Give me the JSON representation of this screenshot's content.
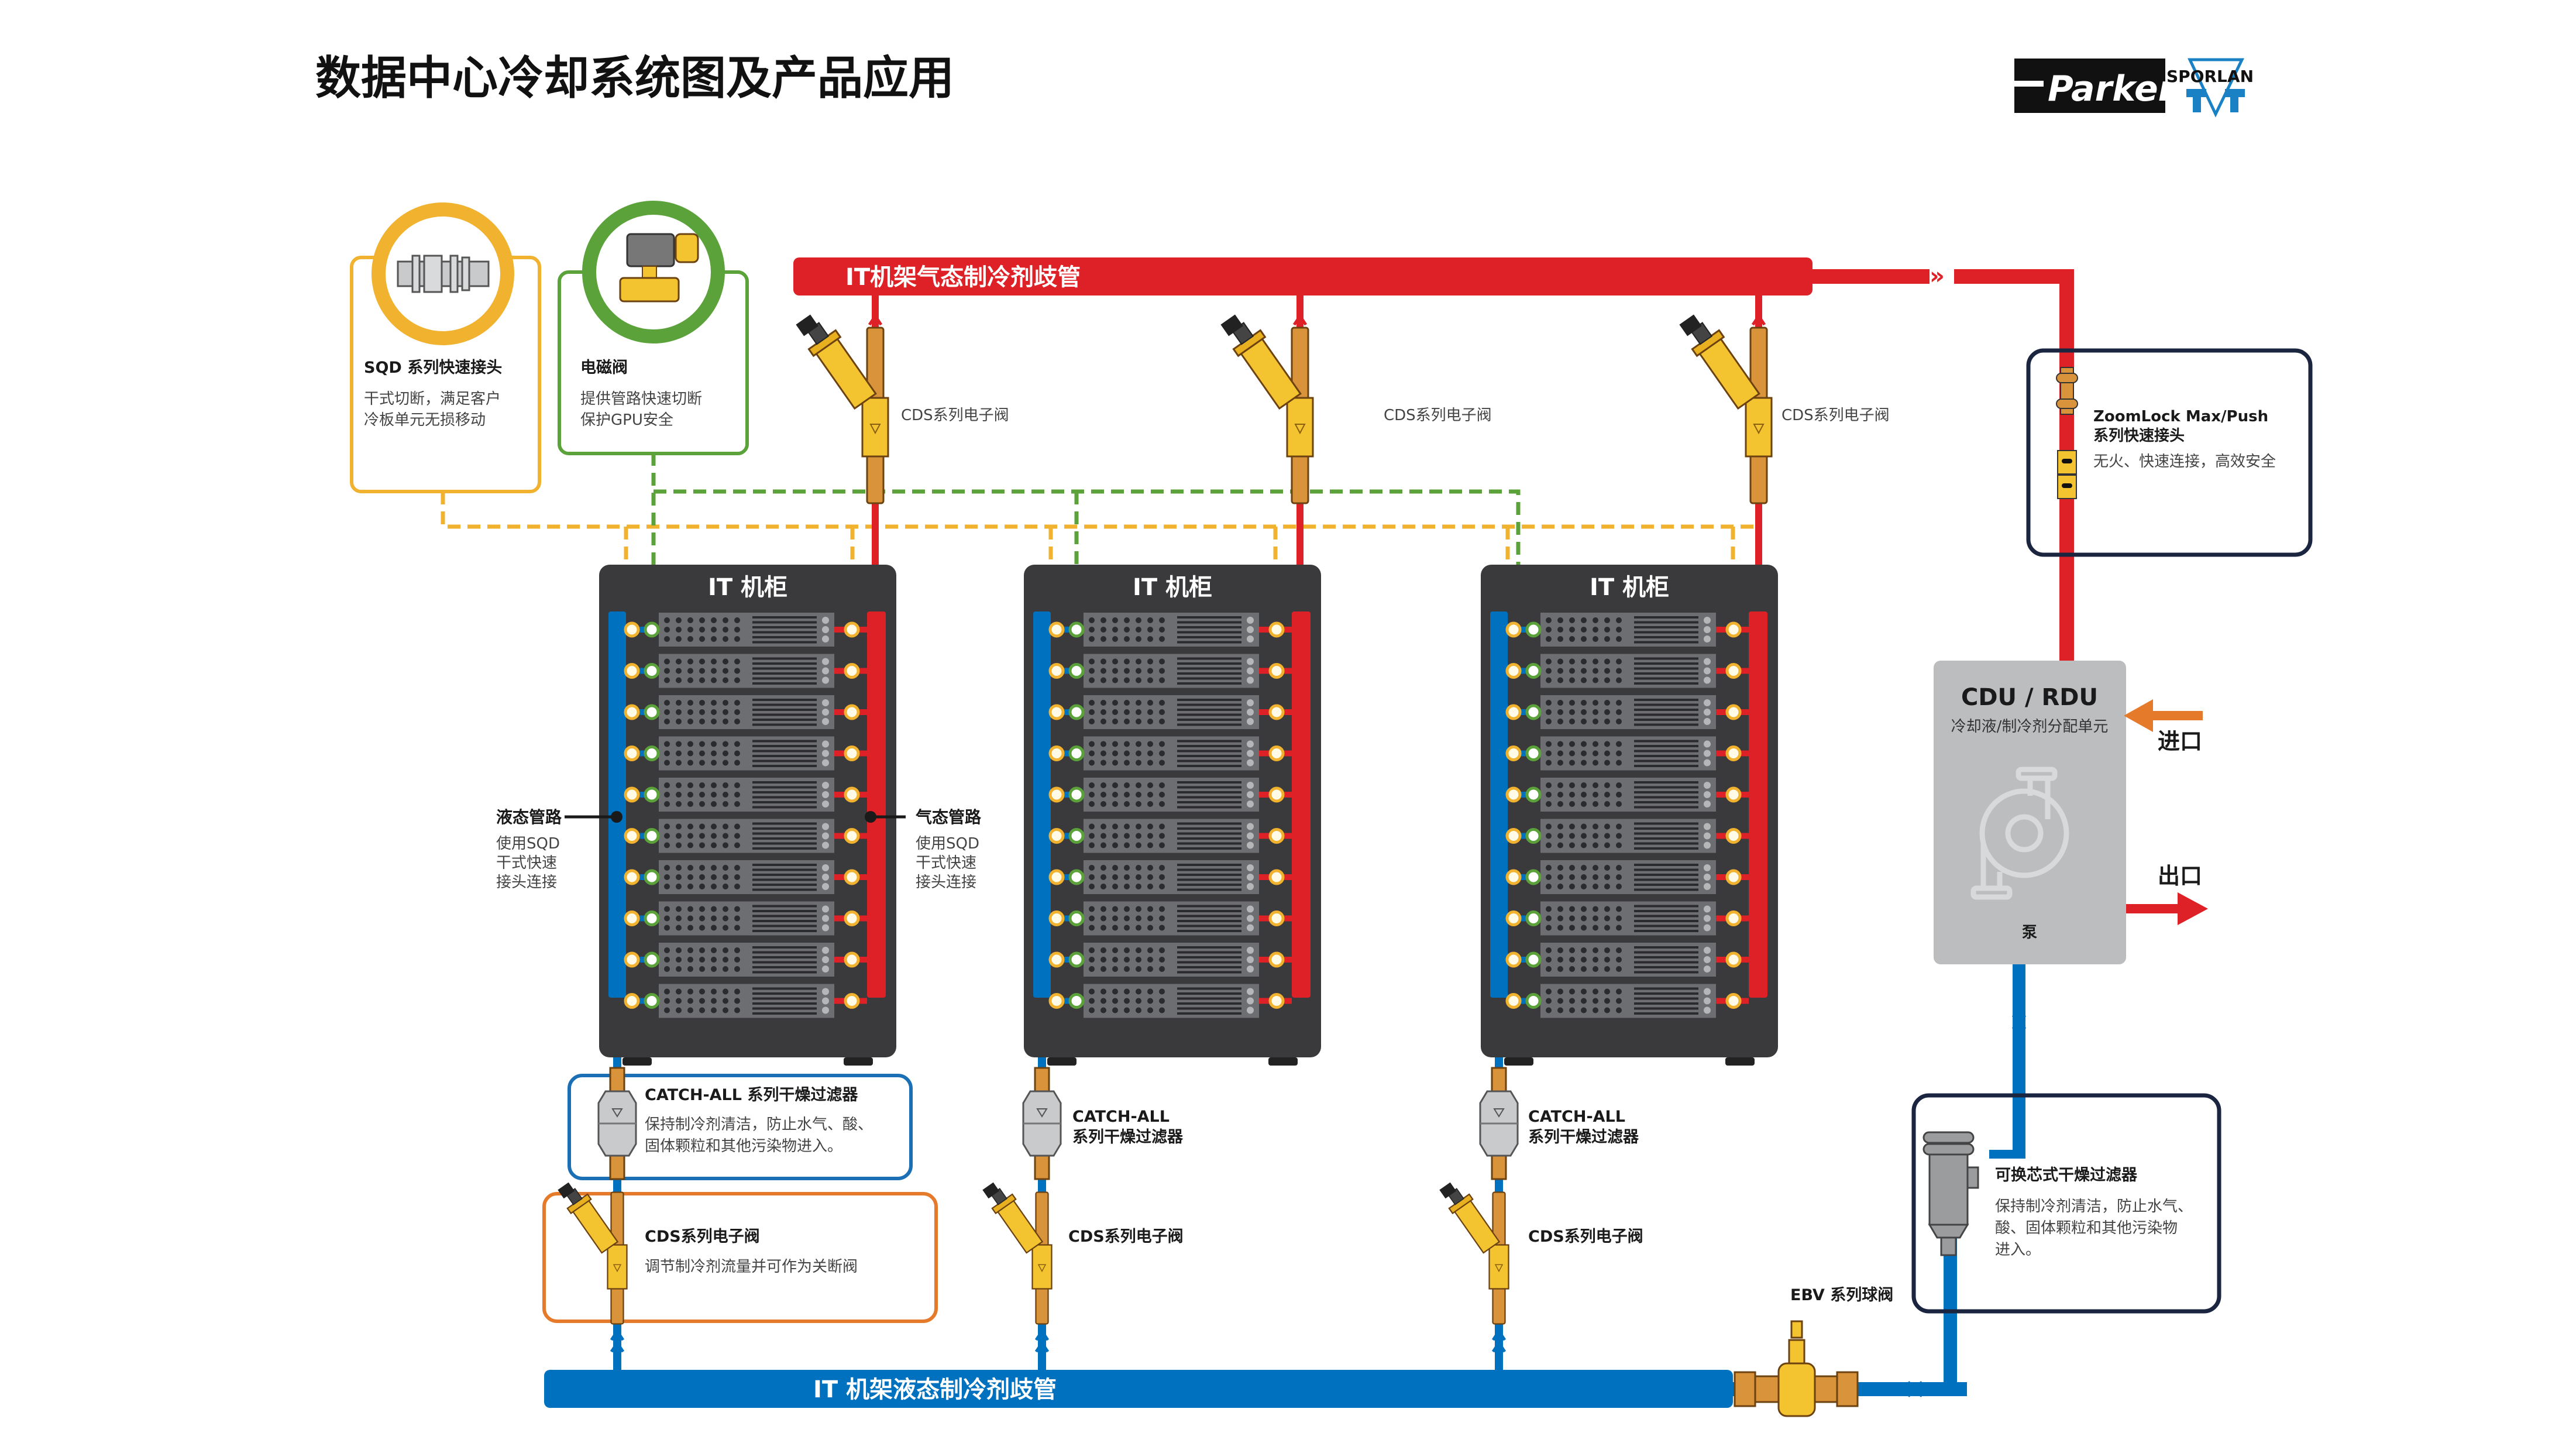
{
  "title": "数据中心冷却系统图及产品应用",
  "logos": {
    "parker": "Parker",
    "sporlan": "SPORLAN"
  },
  "colors": {
    "gas_red": "#de2126",
    "liquid_blue": "#0071bf",
    "sqd_orange": "#f0b22f",
    "solenoid_green": "#5ba23a",
    "cds_orange": "#e57a2b",
    "navy": "#1b2540",
    "rack_dark": "#3a3a3c",
    "cdu_gray": "#bcbdbf"
  },
  "gas_manifold": {
    "label": "IT机架气态制冷剂歧管"
  },
  "liquid_manifold": {
    "label": "IT 机架液态制冷剂歧管"
  },
  "callouts": {
    "sqd": {
      "title": "SQD 系列快速接头",
      "lines": [
        "干式切断，满足客户",
        "冷板单元无损移动"
      ]
    },
    "solenoid": {
      "title": "电磁阀",
      "lines": [
        "提供管路快速切断",
        "保护GPU安全"
      ]
    },
    "zoomlock": {
      "title_line1": "ZoomLock Max/Push",
      "title_line2": "系列快速接头",
      "desc": "无火、快速连接，高效安全"
    },
    "catch_all": {
      "title": "CATCH-ALL 系列干燥过滤器",
      "lines": [
        "保持制冷剂清洁，防止水气、酸、",
        "固体颗粒和其他污染物进入。"
      ]
    },
    "cds_box": {
      "title": "CDS系列电子阀",
      "desc": "调节制冷剂流量并可作为关断阀"
    },
    "replaceable_filter": {
      "title": "可换芯式干燥过滤器",
      "lines": [
        "保持制冷剂清洁，防止水气、",
        "酸、固体颗粒和其他污染物",
        "进入。"
      ]
    }
  },
  "top_valve_label": "CDS系列电子阀",
  "racks": [
    {
      "label": "IT 机柜"
    },
    {
      "label": "IT 机柜"
    },
    {
      "label": "IT 机柜"
    }
  ],
  "server_count": 10,
  "pipe_labels": {
    "liquid": {
      "title": "液态管路",
      "lines": [
        "使用SQD",
        "干式快速",
        "接头连接"
      ]
    },
    "gas": {
      "title": "气态管路",
      "lines": [
        "使用SQD",
        "干式快速",
        "接头连接"
      ]
    }
  },
  "rack_filter_label": {
    "line1": "CATCH-ALL",
    "line2": "系列干燥过滤器"
  },
  "rack_valve_label": "CDS系列电子阀",
  "cdu": {
    "title": "CDU / RDU",
    "subtitle": "冷却液/制冷剂分配单元",
    "pump_label": "泵",
    "inlet": "进口",
    "outlet": "出口"
  },
  "ebv_label": "EBV 系列球阀"
}
